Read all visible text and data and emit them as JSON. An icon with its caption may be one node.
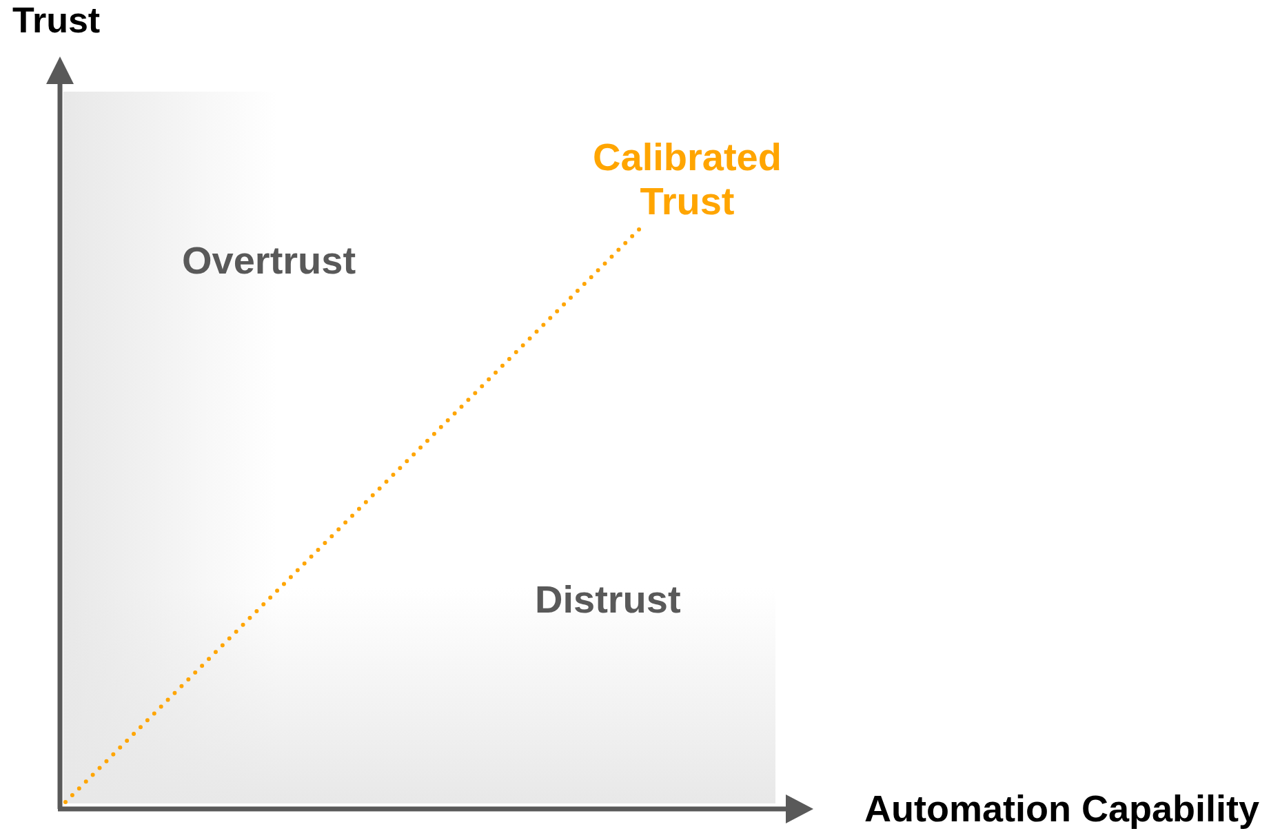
{
  "diagram": {
    "labels": [
      "Trust",
      "Calibrated Trust",
      "Overtrust",
      "Distrust",
      "Automation Capability"
    ]
  }
}
